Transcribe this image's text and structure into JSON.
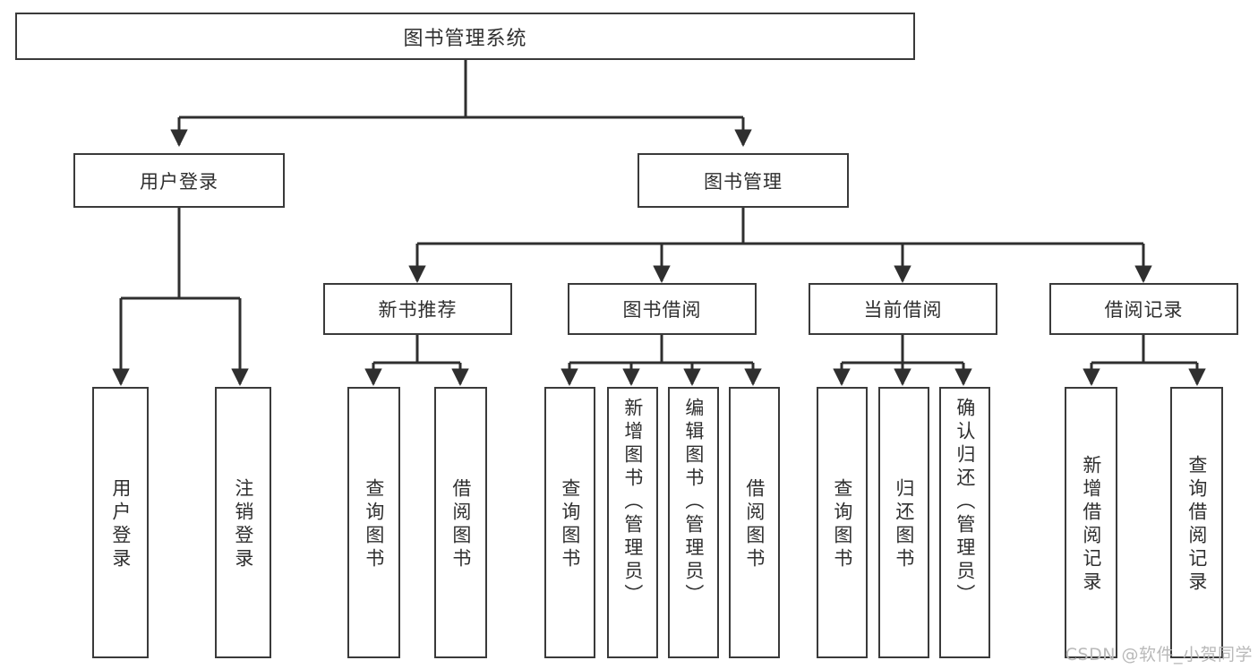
{
  "diagram": {
    "title": "图书管理系统",
    "type": "tree",
    "root": {
      "label": "图书管理系统"
    },
    "level2": [
      {
        "id": "user-login",
        "label": "用户登录"
      },
      {
        "id": "book-manage",
        "label": "图书管理"
      }
    ],
    "level3": [
      {
        "id": "new-book-recommend",
        "label": "新书推荐",
        "parent": "book-manage"
      },
      {
        "id": "book-borrow",
        "label": "图书借阅",
        "parent": "book-manage"
      },
      {
        "id": "current-borrow",
        "label": "当前借阅",
        "parent": "book-manage"
      },
      {
        "id": "borrow-record",
        "label": "借阅记录",
        "parent": "book-manage"
      }
    ],
    "leaves": [
      {
        "id": "leaf-user-login",
        "label": "用户登录",
        "parent": "user-login",
        "align": "middle"
      },
      {
        "id": "leaf-logout",
        "label": "注销登录",
        "parent": "user-login",
        "align": "middle"
      },
      {
        "id": "leaf-query-book-1",
        "label": "查询图书",
        "parent": "new-book-recommend",
        "align": "middle"
      },
      {
        "id": "leaf-borrow-book-1",
        "label": "借阅图书",
        "parent": "new-book-recommend",
        "align": "middle"
      },
      {
        "id": "leaf-query-book-2",
        "label": "查询图书",
        "parent": "book-borrow",
        "align": "middle"
      },
      {
        "id": "leaf-add-book",
        "label": "新增图书（管理员）",
        "parent": "book-borrow",
        "align": "top"
      },
      {
        "id": "leaf-edit-book",
        "label": "编辑图书（管理员）",
        "parent": "book-borrow",
        "align": "top"
      },
      {
        "id": "leaf-borrow-book-2",
        "label": "借阅图书",
        "parent": "book-borrow",
        "align": "middle"
      },
      {
        "id": "leaf-query-book-3",
        "label": "查询图书",
        "parent": "current-borrow",
        "align": "middle"
      },
      {
        "id": "leaf-return-book",
        "label": "归还图书",
        "parent": "current-borrow",
        "align": "middle"
      },
      {
        "id": "leaf-confirm-return",
        "label": "确认归还（管理员）",
        "parent": "current-borrow",
        "align": "top"
      },
      {
        "id": "leaf-add-record",
        "label": "新增借阅记录",
        "parent": "borrow-record",
        "align": "middle"
      },
      {
        "id": "leaf-query-record",
        "label": "查询借阅记录",
        "parent": "borrow-record",
        "align": "middle"
      }
    ],
    "colors": {
      "stroke": "#3a3a3a",
      "fill": "#ffffff",
      "text": "#2f2f2f",
      "watermark": "#b9b9b9"
    }
  },
  "watermark": {
    "text": "CSDN @软件_小贺同学"
  }
}
